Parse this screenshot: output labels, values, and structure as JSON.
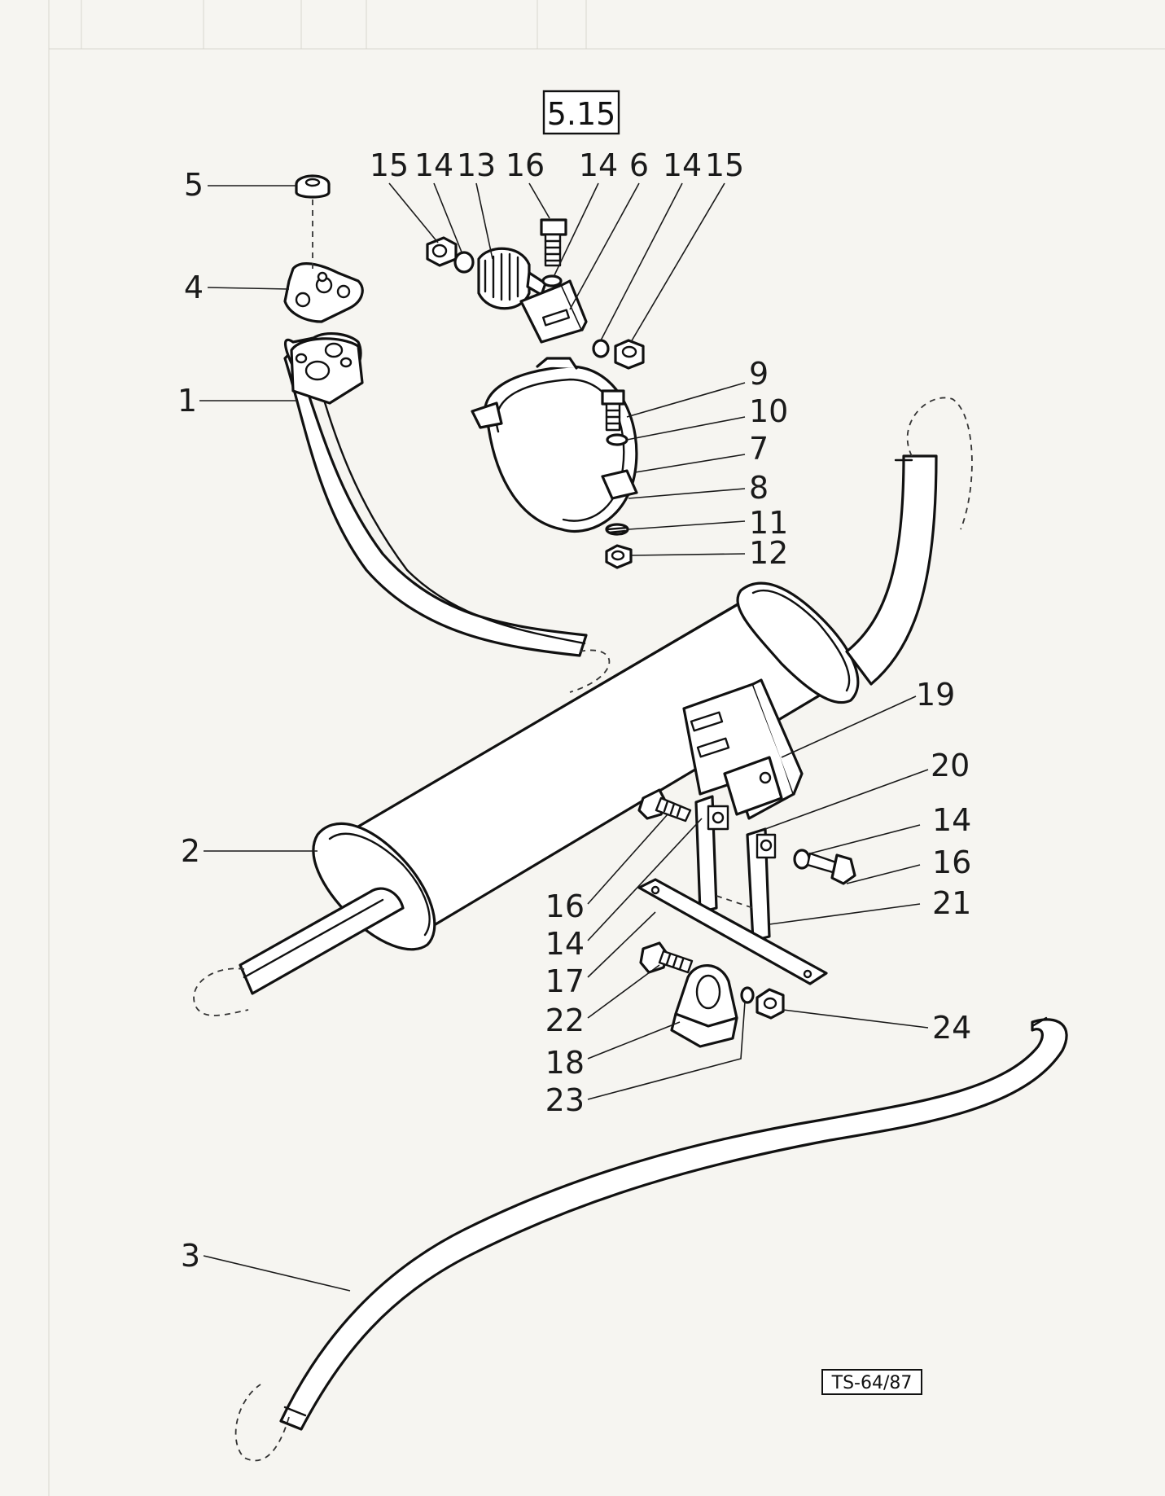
{
  "section_number": "5.15",
  "drawing_number": "TS-64/87",
  "callouts": [
    {
      "id": "c5",
      "text": "5"
    },
    {
      "id": "c4",
      "text": "4"
    },
    {
      "id": "c1",
      "text": "1"
    },
    {
      "id": "c2",
      "text": "2"
    },
    {
      "id": "c3",
      "text": "3"
    },
    {
      "id": "c15a",
      "text": "15"
    },
    {
      "id": "c14a",
      "text": "14"
    },
    {
      "id": "c13",
      "text": "13"
    },
    {
      "id": "c16a",
      "text": "16"
    },
    {
      "id": "c14b",
      "text": "14"
    },
    {
      "id": "c6",
      "text": "6"
    },
    {
      "id": "c14c",
      "text": "14"
    },
    {
      "id": "c15b",
      "text": "15"
    },
    {
      "id": "c9",
      "text": "9"
    },
    {
      "id": "c10",
      "text": "10"
    },
    {
      "id": "c7",
      "text": "7"
    },
    {
      "id": "c8",
      "text": "8"
    },
    {
      "id": "c11",
      "text": "11"
    },
    {
      "id": "c12",
      "text": "12"
    },
    {
      "id": "c19",
      "text": "19"
    },
    {
      "id": "c20",
      "text": "20"
    },
    {
      "id": "c14d",
      "text": "14"
    },
    {
      "id": "c16b",
      "text": "16"
    },
    {
      "id": "c21",
      "text": "21"
    },
    {
      "id": "c16c",
      "text": "16"
    },
    {
      "id": "c14e",
      "text": "14"
    },
    {
      "id": "c17",
      "text": "17"
    },
    {
      "id": "c22",
      "text": "22"
    },
    {
      "id": "c24",
      "text": "24"
    },
    {
      "id": "c18",
      "text": "18"
    },
    {
      "id": "c23",
      "text": "23"
    }
  ]
}
